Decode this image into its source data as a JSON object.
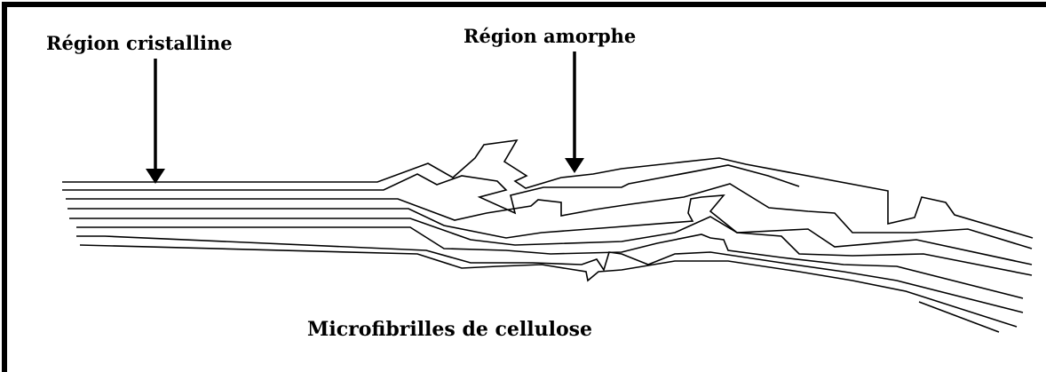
{
  "labels": {
    "crystalline_region": "Région cristalline",
    "amorphous_region": "Région amorphe",
    "caption": "Microfibrilles de cellulose"
  },
  "colors": {
    "line": "#000000",
    "background": "#ffffff"
  }
}
